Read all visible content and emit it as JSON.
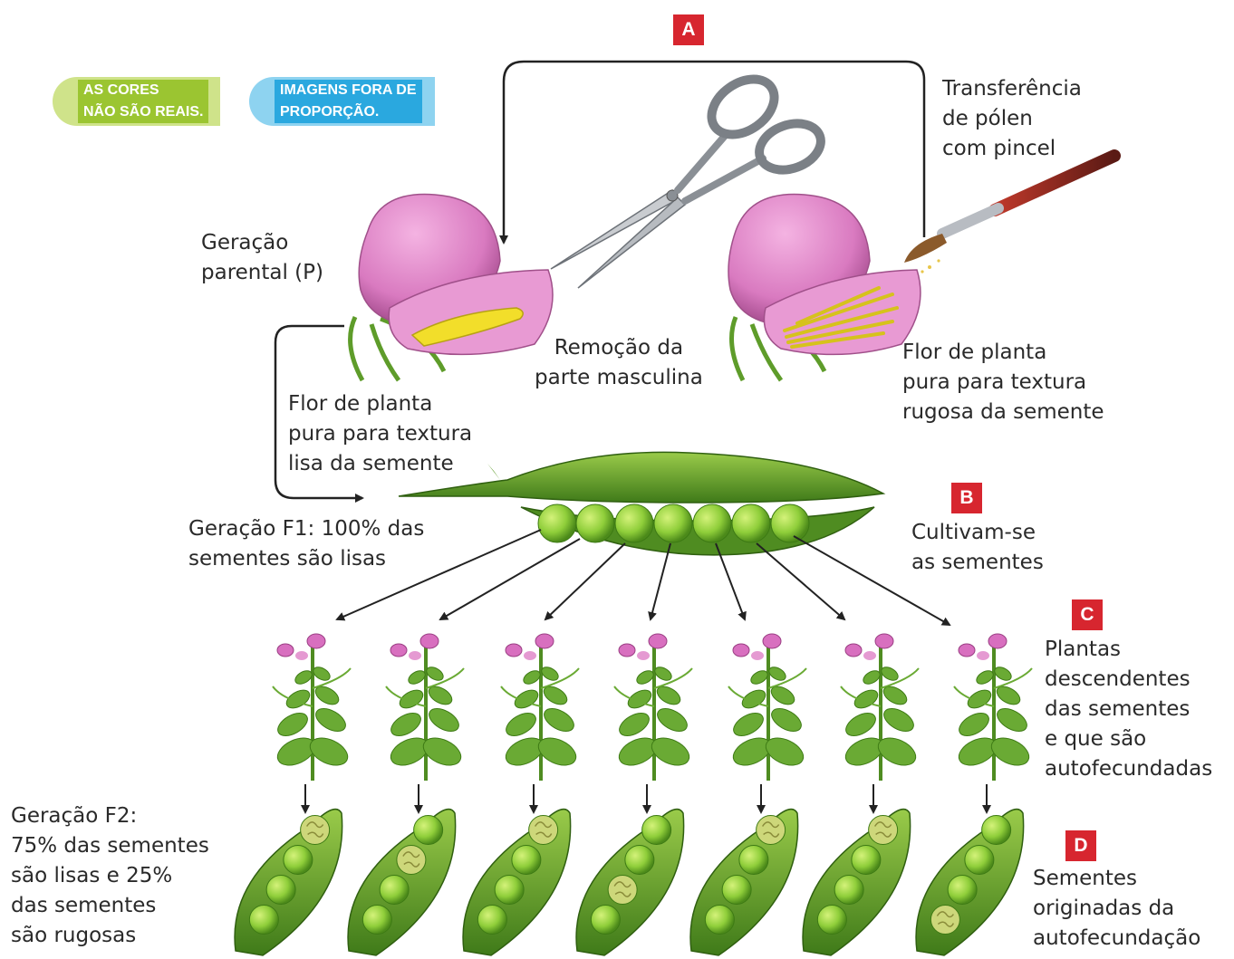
{
  "badges": {
    "colors_note": "AS CORES\nNÃO SÃO REAIS.",
    "scale_note": "IMAGENS FORA DE\nPROPORÇÃO."
  },
  "steps": {
    "a": "A",
    "b": "B",
    "c": "C",
    "d": "D"
  },
  "labels": {
    "parental_generation": "Geração\nparental (P)",
    "pollen_transfer": "Transferência\nde pólen\ncom pincel",
    "male_removal": "Remoção da\nparte masculina",
    "smooth_flower": "Flor de planta\npura para textura\nlisa da semente",
    "wrinkled_flower": "Flor de planta\npura para textura\nrugosa da semente",
    "f1_generation": "Geração F1: 100% das\nsementes são lisas",
    "grow_seeds": "Cultivam-se\nas sementes",
    "descendant_plants": "Plantas\ndescendentes\ndas sementes\ne que são\nautofecundadas",
    "f2_generation": "Geração F2:\n75% das sementes\nsão lisas e 25%\ndas sementes\nsão rugosas",
    "self_seeds": "Sementes\noriginadas da\nautofecundação"
  },
  "colors": {
    "petal": "#d97ac0",
    "pod_green": "#5e9c2a",
    "pea_green": "#8fce3a",
    "tag_red": "#d7262f",
    "arrow": "#222222"
  },
  "f2_wrinkled_pea_position": [
    4,
    3,
    4,
    2,
    4,
    4,
    1
  ]
}
